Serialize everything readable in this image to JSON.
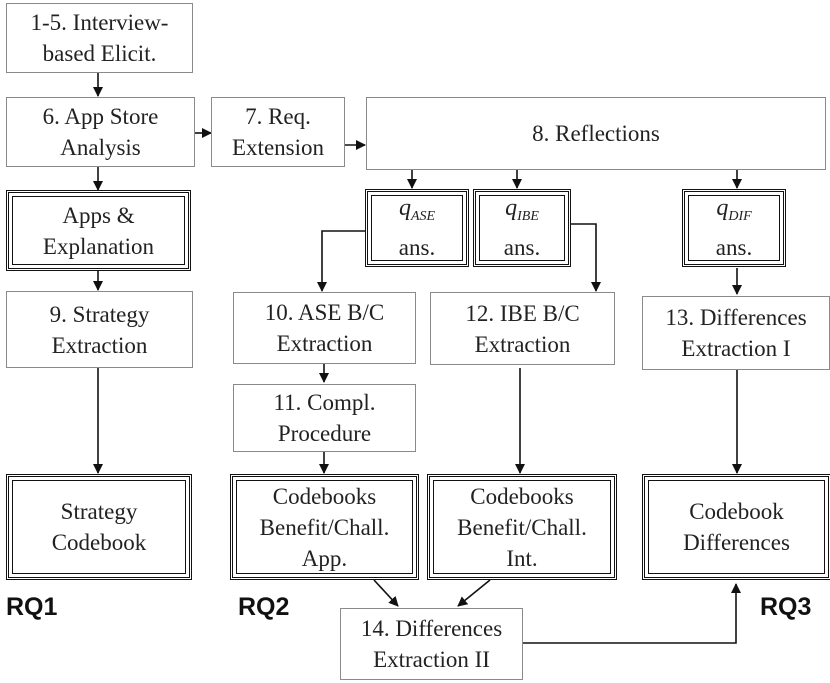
{
  "nodes": {
    "n1_5": [
      "1-5. Interview-",
      "based Elicit."
    ],
    "n6": [
      "6. App Store",
      "Analysis"
    ],
    "n7": [
      "7. Req.",
      "Extension"
    ],
    "n8": [
      "8. Reflections"
    ],
    "apps_expl": [
      "Apps &",
      "Explanation"
    ],
    "q_ase": {
      "symbol": "q",
      "sub": "ASE",
      "line2": "ans."
    },
    "q_ibe": {
      "symbol": "q",
      "sub": "IBE",
      "line2": "ans."
    },
    "q_dif": {
      "symbol": "q",
      "sub": "DIF",
      "line2": "ans."
    },
    "n9": [
      "9. Strategy",
      "Extraction"
    ],
    "n10": [
      "10. ASE B/C",
      "Extraction"
    ],
    "n11": [
      "11. Compl.",
      "Procedure"
    ],
    "n12": [
      "12. IBE B/C",
      "Extraction"
    ],
    "n13": [
      "13. Differences",
      "Extraction I"
    ],
    "strategy_codebook": [
      "Strategy",
      "Codebook"
    ],
    "codebooks_app": [
      "Codebooks",
      "Benefit/Chall.",
      "App."
    ],
    "codebooks_int": [
      "Codebooks",
      "Benefit/Chall.",
      "Int."
    ],
    "codebook_diff": [
      "Codebook",
      "Differences"
    ],
    "n14": [
      "14. Differences",
      "Extraction II"
    ]
  },
  "labels": {
    "rq1": "RQ1",
    "rq2": "RQ2",
    "rq3": "RQ3"
  },
  "colors": {
    "process_border": "#8a8a8a",
    "artifact_border": "#111111",
    "arrow": "#111111"
  }
}
